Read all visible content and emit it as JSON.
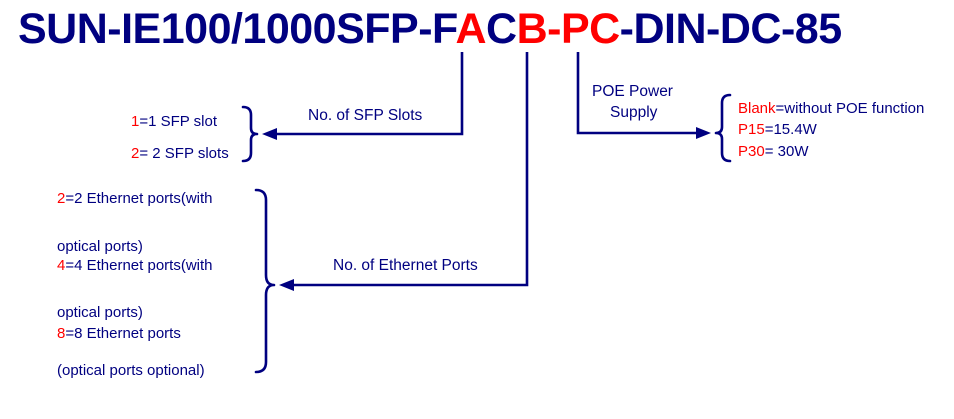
{
  "colors": {
    "navy": "#000080",
    "red": "#ff0000",
    "background": "#ffffff"
  },
  "title": {
    "full_text": "SUN-IE100/1000SFP-FACB-PC-DIN-DC-85",
    "segments": [
      {
        "text": "SUN-IE100/1000SFP-F",
        "color": "navy"
      },
      {
        "text": "A",
        "color": "red"
      },
      {
        "text": "C",
        "color": "navy"
      },
      {
        "text": "B-",
        "color": "red"
      },
      {
        "text": "PC",
        "color": "red"
      },
      {
        "text": "-DIN-DC-85",
        "color": "navy"
      }
    ]
  },
  "callouts": {
    "sfp_slots": {
      "label": "No. of SFP Slots",
      "options": [
        {
          "code": "1",
          "desc": "=1 SFP slot"
        },
        {
          "code": "2",
          "desc": "= 2 SFP slots"
        }
      ]
    },
    "ethernet_ports": {
      "label": "No. of Ethernet Ports",
      "options": [
        {
          "code": "2",
          "desc": "=2 Ethernet ports(with",
          "cont": "optical ports)"
        },
        {
          "code": "4",
          "desc": "=4 Ethernet ports(with",
          "cont": "optical ports)"
        },
        {
          "code": "8",
          "desc": "=8 Ethernet ports",
          "cont": "(optical ports optional)"
        }
      ]
    },
    "poe_power_supply": {
      "label_line1": "POE Power",
      "label_line2": "Supply",
      "options": [
        {
          "code": "Blank",
          "desc": "=without POE function"
        },
        {
          "code": "P15",
          "desc": "=15.4W"
        },
        {
          "code": "P30",
          "desc": "= 30W"
        }
      ]
    }
  }
}
